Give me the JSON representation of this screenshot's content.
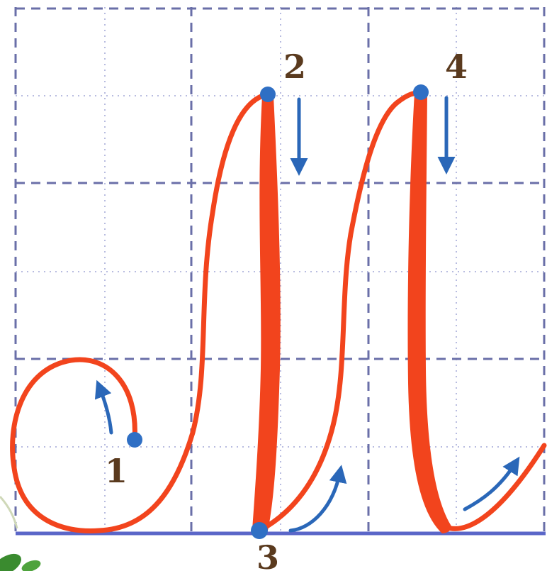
{
  "figure": {
    "step_labels": [
      "1",
      "2",
      "3",
      "4"
    ]
  },
  "colors": {
    "stroke": "#f2441d",
    "dot": "#2f6fc4",
    "arrow": "#2a67b8",
    "grid_dashed": "#6a6fa8",
    "grid_dotted": "#b8bce0",
    "baseline": "#5a66c8",
    "label": "#5a3a1e",
    "leaf": "#3a8b2f"
  }
}
